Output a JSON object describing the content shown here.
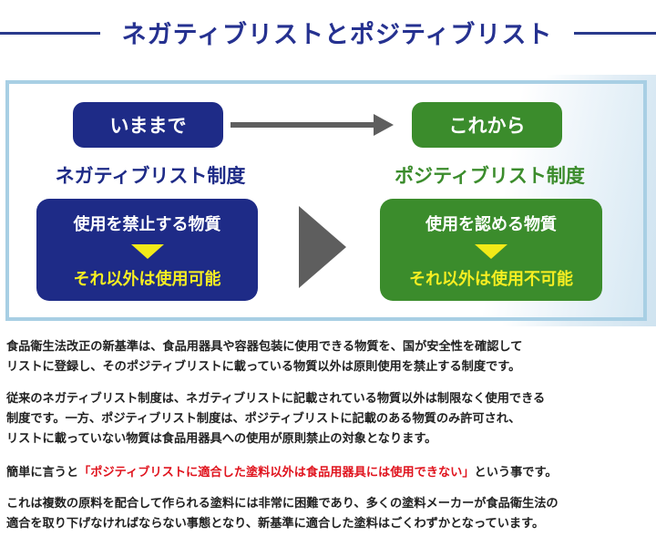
{
  "header": {
    "title": "ネガティブリストとポジティブリスト"
  },
  "diagram": {
    "before": {
      "pill": "いままで",
      "label": "ネガティブリスト制度",
      "box_top": "使用を禁止する物質",
      "box_bottom": "それ以外は使用可能"
    },
    "after": {
      "pill": "これから",
      "label": "ポジティブリスト制度",
      "box_top": "使用を認める物質",
      "box_bottom": "それ以外は使用不可能"
    },
    "colors": {
      "navy": "#1e2b87",
      "green": "#3b8c2c",
      "yellow": "#f2ea18",
      "arrow_gray": "#5e5e5e",
      "frame_blue": "#a8cfe4",
      "highlight_red": "#e0141e"
    }
  },
  "body": {
    "p1_line1": "食品衛生法改正の新基準は、食品用器具や容器包装に使用できる物質を、国が安全性を確認して",
    "p1_line2": "リストに登録し、そのポジティブリストに載っている物質以外は原則使用を禁止する制度です。",
    "p2_line1": "従来のネガティブリスト制度は、ネガティブリストに記載されている物質以外は制限なく使用できる",
    "p2_line2": "制度です。一方、ポジティブリスト制度は、ポジティブリストに記載のある物質のみ許可され、",
    "p2_line3": "リストに載っていない物質は食品用器具への使用が原則禁止の対象となります。",
    "p3_prefix": "簡単に言うと",
    "p3_highlight": "「ポジティブリストに適合した塗料以外は食品用器具には使用できない」",
    "p3_suffix": "という事です。",
    "p4_line1": "これは複数の原料を配合して作られる塗料には非常に困難であり、多くの塗料メーカーが食品衛生法の",
    "p4_line2": "適合を取り下げなければならない事態となり、新基準に適合した塗料はごくわずかとなっています。"
  }
}
